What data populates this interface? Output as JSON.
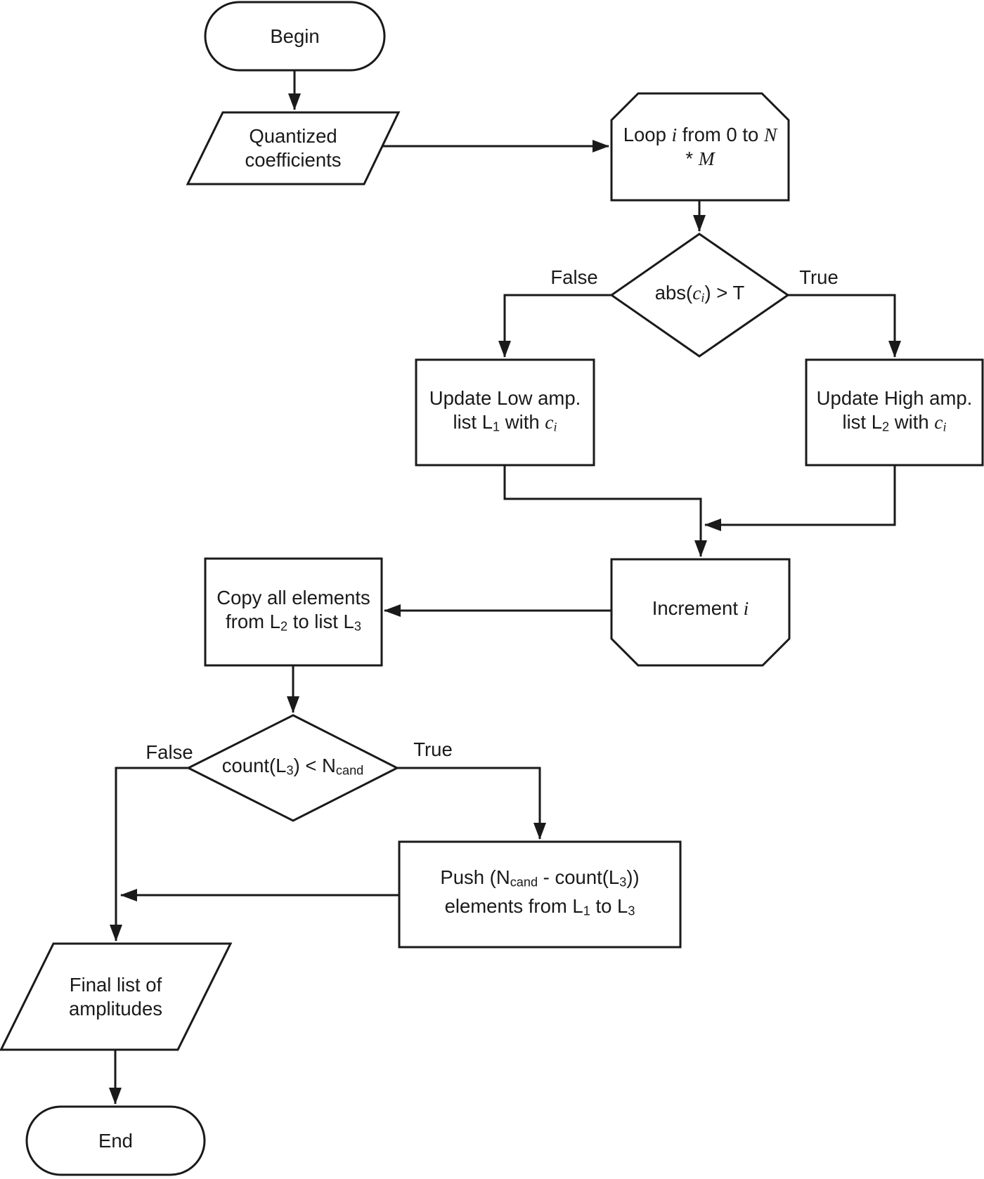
{
  "diagram": {
    "type": "flowchart",
    "colors": {
      "stroke": "#1a1a1a",
      "background": "#ffffff"
    },
    "nodes": {
      "begin": {
        "shape": "terminator",
        "label": "Begin"
      },
      "quantized": {
        "shape": "parallelogram-data",
        "line1": "Quantized",
        "line2": "coefficients"
      },
      "loop": {
        "shape": "loop-limit",
        "t1": "Loop ",
        "var_i": "i",
        "t2": " from 0 to ",
        "var_n": "N",
        "t3": "* ",
        "var_m": "M"
      },
      "decision_abs": {
        "shape": "decision",
        "t1": "abs(",
        "var_c": "c",
        "sub_i": "i",
        "t2": ") > T",
        "false_label": "False",
        "true_label": "True"
      },
      "update_low": {
        "shape": "process",
        "line1": "Update Low amp.",
        "t1": "list L",
        "sub1": "1",
        "t2": " with ",
        "var_c": "c",
        "sub_i": "i"
      },
      "update_high": {
        "shape": "process",
        "line1": "Update High amp.",
        "t1": "list L",
        "sub1": "2",
        "t2": " with ",
        "var_c": "c",
        "sub_i": "i"
      },
      "increment": {
        "shape": "loop-end",
        "t1": "Increment ",
        "var_i": "i"
      },
      "copy": {
        "shape": "process",
        "line1": "Copy all elements",
        "t1": "from L",
        "sub1": "2",
        "t2": " to list L",
        "sub2": "3"
      },
      "decision_count": {
        "shape": "decision",
        "t1": "count(L",
        "sub1": "3",
        "t2": ") < N",
        "sub2": "cand",
        "false_label": "False",
        "true_label": "True"
      },
      "push": {
        "shape": "process",
        "t1": "Push (N",
        "sub1": "cand",
        "t2": " - count(L",
        "sub2": "3",
        "t3": "))",
        "t4": "elements from L",
        "sub3": "1",
        "t5": " to L",
        "sub4": "3"
      },
      "final": {
        "shape": "parallelogram-data",
        "line1": "Final list of",
        "line2": "amplitudes"
      },
      "end": {
        "shape": "terminator",
        "label": "End"
      }
    }
  }
}
